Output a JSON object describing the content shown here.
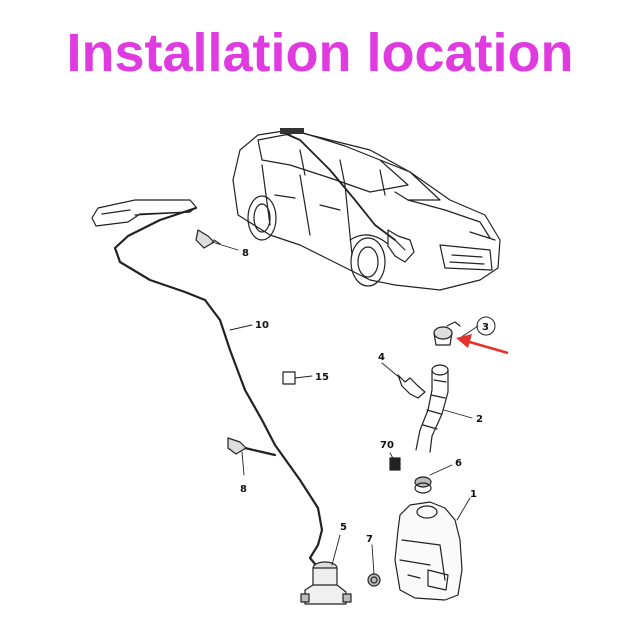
{
  "title": "Installation location",
  "colors": {
    "title": "#e03be0",
    "arrow": "#e8302a",
    "line": "#222222"
  },
  "parts": [
    {
      "id": "p1",
      "label": "1"
    },
    {
      "id": "p2",
      "label": "2"
    },
    {
      "id": "p3",
      "label": "3"
    },
    {
      "id": "p4",
      "label": "4"
    },
    {
      "id": "p5",
      "label": "5"
    },
    {
      "id": "p6",
      "label": "6"
    },
    {
      "id": "p7",
      "label": "7"
    },
    {
      "id": "p8a",
      "label": "8"
    },
    {
      "id": "p8b",
      "label": "8"
    },
    {
      "id": "p10",
      "label": "10"
    },
    {
      "id": "p15",
      "label": "15"
    },
    {
      "id": "p70",
      "label": "70"
    }
  ]
}
